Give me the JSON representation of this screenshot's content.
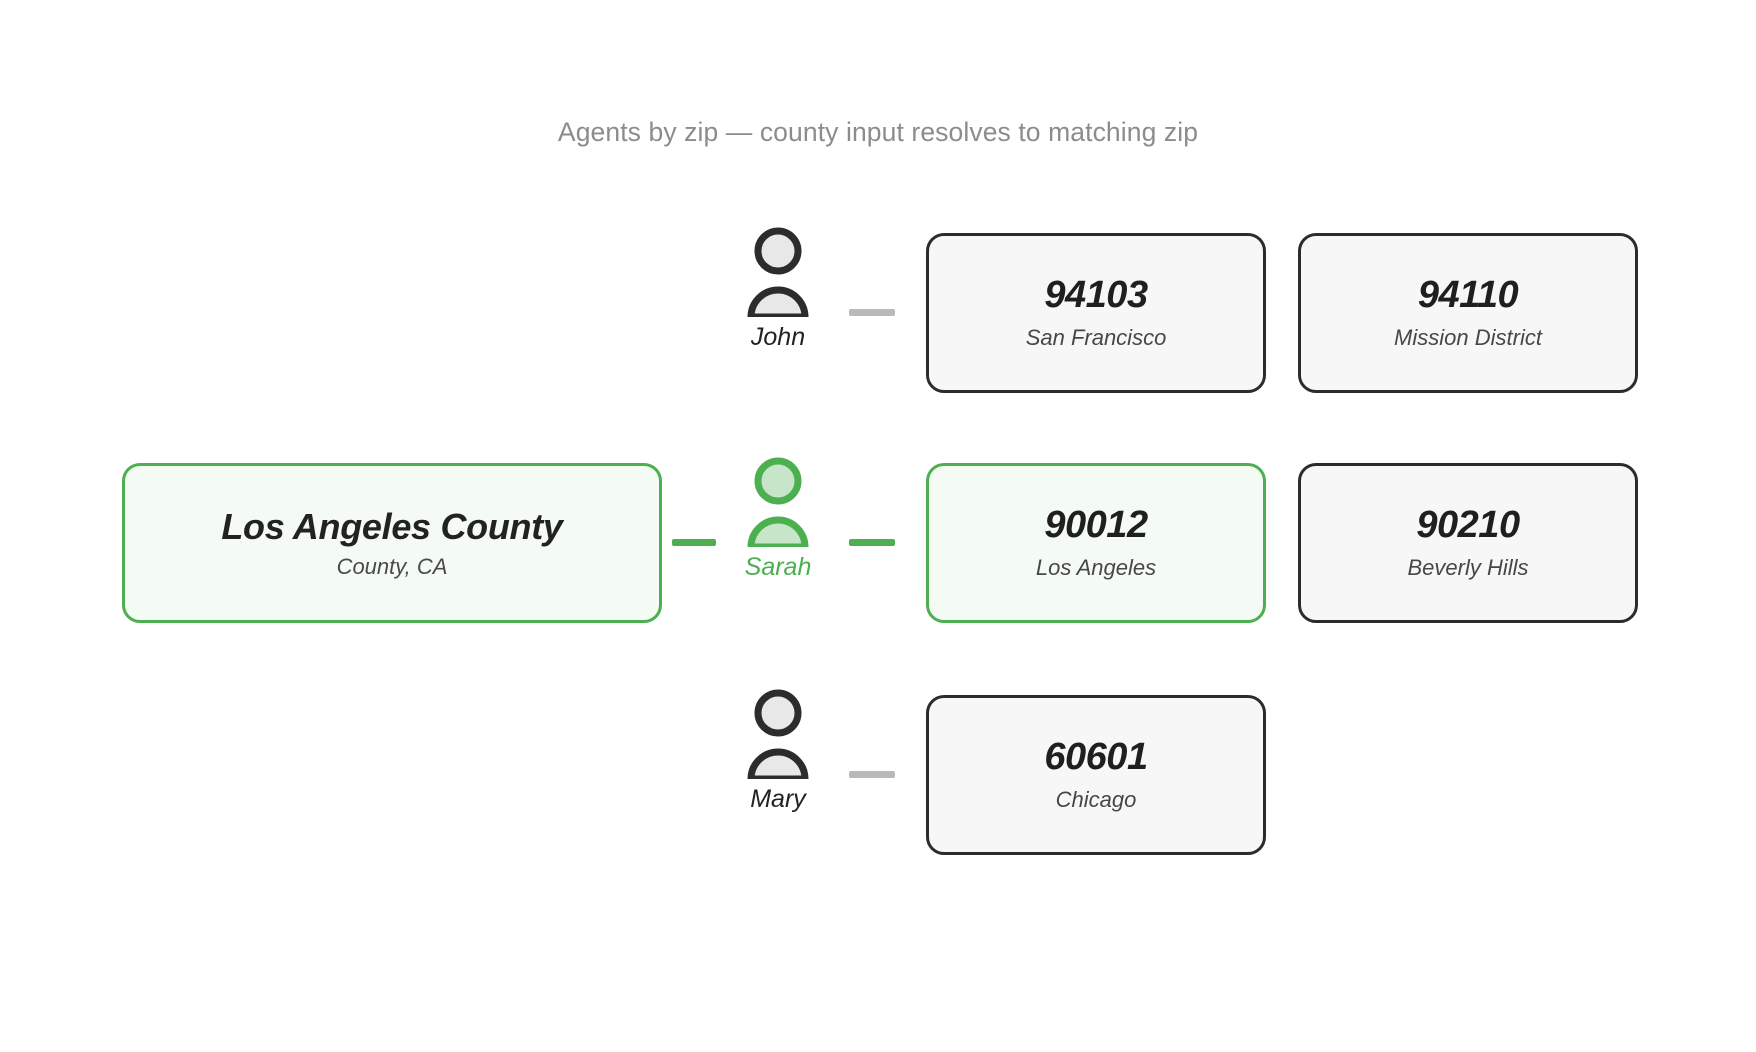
{
  "header": {
    "title": "Agents by zip — county input resolves to matching zip"
  },
  "colors": {
    "accent_green": "#4caf50",
    "accent_green_fill": "#f4fbf4",
    "card_border": "#2c2c2c",
    "card_fill": "#f7f7f7",
    "connector_gray": "#b9b9b9",
    "title_gray": "#8c8c8c",
    "avatar_fill_gray": "#e8e8e8",
    "avatar_fill_green": "#c7e6c9"
  },
  "rows": [
    {
      "id": "john",
      "highlighted": false,
      "county": null,
      "agent": {
        "name": "John",
        "icon": "person-icon",
        "highlighted": false
      },
      "connector_county": null,
      "connector_zip": "dash",
      "zips": [
        {
          "code": "94103",
          "city": "San Francisco",
          "highlighted": false
        },
        {
          "code": "94110",
          "city": "Mission District",
          "highlighted": false
        }
      ]
    },
    {
      "id": "sarah",
      "highlighted": true,
      "county": {
        "name": "Los Angeles County",
        "subtitle": "County, CA",
        "highlighted": true
      },
      "agent": {
        "name": "Sarah",
        "icon": "person-icon",
        "highlighted": true
      },
      "connector_county": "dash",
      "connector_zip": "dash",
      "zips": [
        {
          "code": "90012",
          "city": "Los Angeles",
          "highlighted": true
        },
        {
          "code": "90210",
          "city": "Beverly Hills",
          "highlighted": false
        }
      ]
    },
    {
      "id": "mary",
      "highlighted": false,
      "county": null,
      "agent": {
        "name": "Mary",
        "icon": "person-icon",
        "highlighted": false
      },
      "connector_county": null,
      "connector_zip": "dash",
      "zips": [
        {
          "code": "60601",
          "city": "Chicago",
          "highlighted": false
        }
      ]
    }
  ]
}
